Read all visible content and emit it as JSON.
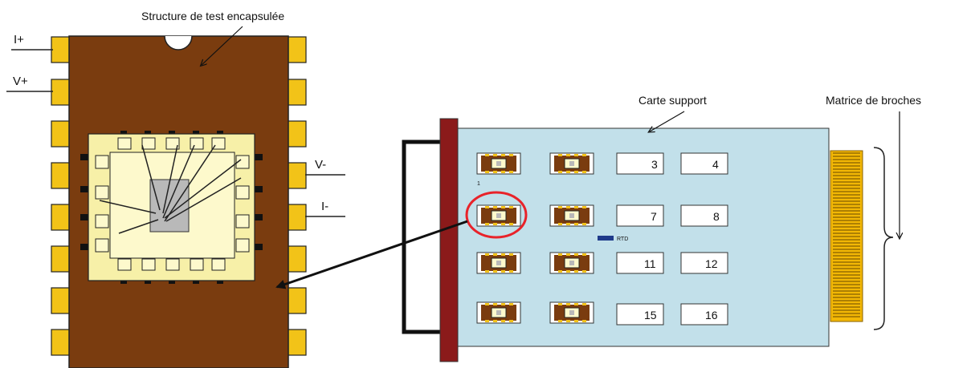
{
  "labels": {
    "package_title": "Structure de test encapsulée",
    "board_title": "Carte support",
    "connector_title": "Matrice de broches",
    "pin_i_plus": "I+",
    "pin_v_plus": "V+",
    "pin_v_minus": "V-",
    "pin_i_minus": "I-",
    "rtd": "RTD",
    "site_small_1": "1"
  },
  "board_sites": [
    "3",
    "4",
    "7",
    "8",
    "11",
    "12",
    "15",
    "16"
  ],
  "colors": {
    "package_body": "#7a3c0f",
    "pin_gold": "#f2c318",
    "chip_frame": "#f7f0a8",
    "chip_cavity": "#fdf9cc",
    "die": "#b9b9b9",
    "board": "#c2e0ea",
    "board_edge": "#8b1a1a",
    "highlight_ring": "#e8232a",
    "rtd_chip": "#1f3a8a",
    "connector_gold": "#f2b705"
  }
}
